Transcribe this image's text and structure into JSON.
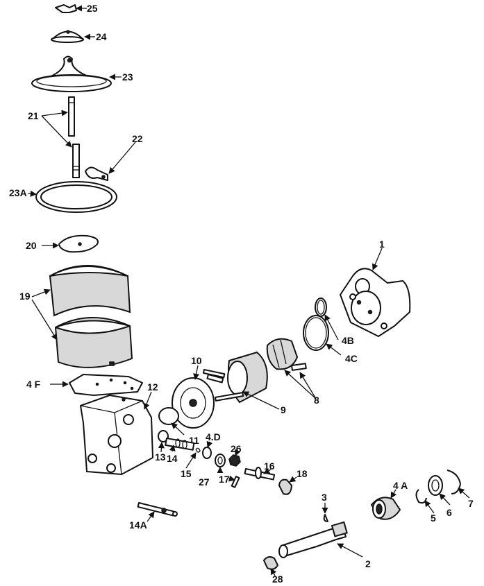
{
  "callouts": {
    "p1": "1",
    "p2": "2",
    "p3": "3",
    "p4A": "4 A",
    "p4B": "4B",
    "p4C": "4C",
    "p4D": "4.D",
    "p4F": "4 F",
    "p5": "5",
    "p6": "6",
    "p7": "7",
    "p8": "8",
    "p9": "9",
    "p10": "10",
    "p11": "11",
    "p12": "12",
    "p13": "13",
    "p14": "14",
    "p14A": "14A",
    "p15": "15",
    "p16": "16",
    "p17": "17",
    "p18": "18",
    "p19": "19",
    "p20": "20",
    "p21": "21",
    "p22": "22",
    "p23": "23",
    "p23A": "23A",
    "p24": "24",
    "p25": "25",
    "p26": "26",
    "p27": "27",
    "p28": "28"
  }
}
